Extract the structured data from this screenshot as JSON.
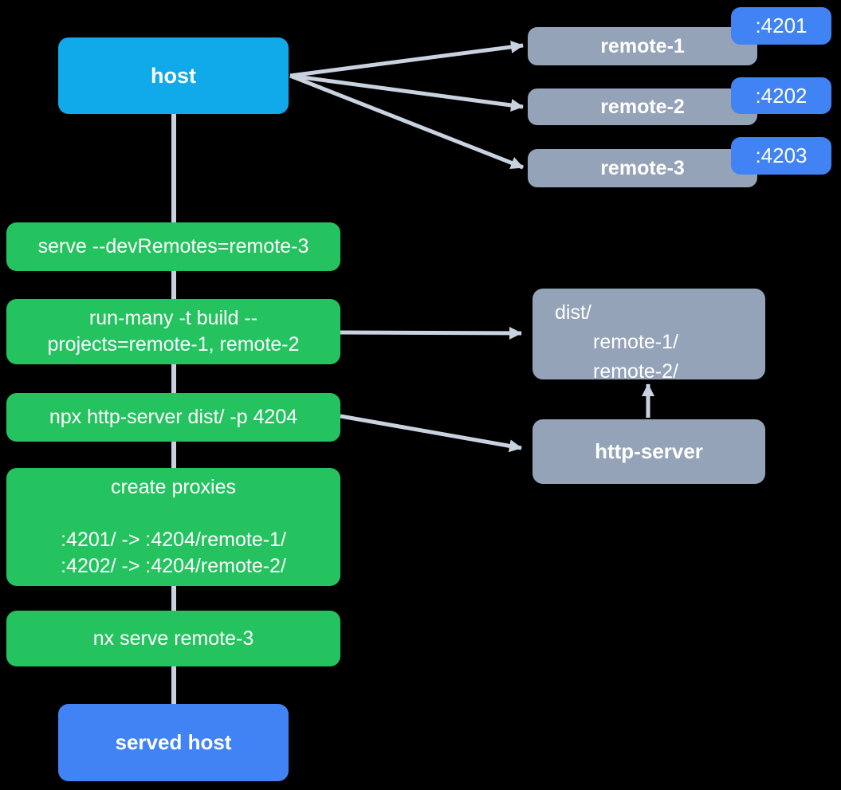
{
  "colors": {
    "background": "#000000",
    "host": "#10A9E9",
    "remote": "#94A3B8",
    "badge": "#4183F4",
    "served": "#4183F4",
    "green": "#25C360",
    "arrow": "#C9D3E0",
    "text": "#FFFFFF"
  },
  "nodes": {
    "host": {
      "label": "host"
    },
    "served_host": {
      "label": "served host"
    },
    "remotes": [
      {
        "label": "remote-1",
        "port": ":4201"
      },
      {
        "label": "remote-2",
        "port": ":4202"
      },
      {
        "label": "remote-3",
        "port": ":4203"
      }
    ],
    "dist": {
      "lines": [
        "dist/",
        "remote-1/",
        "remote-2/"
      ]
    },
    "http_server": {
      "label": "http-server"
    }
  },
  "steps": [
    {
      "lines": [
        "serve --devRemotes=remote-3"
      ]
    },
    {
      "lines": [
        "run-many -t build --",
        "projects=remote-1, remote-2"
      ]
    },
    {
      "lines": [
        "npx http-server dist/ -p 4204"
      ]
    },
    {
      "lines": [
        "create proxies",
        "",
        ":4201/ -> :4204/remote-1/",
        ":4202/ -> :4204/remote-2/"
      ]
    },
    {
      "lines": [
        "nx serve remote-3"
      ]
    }
  ]
}
